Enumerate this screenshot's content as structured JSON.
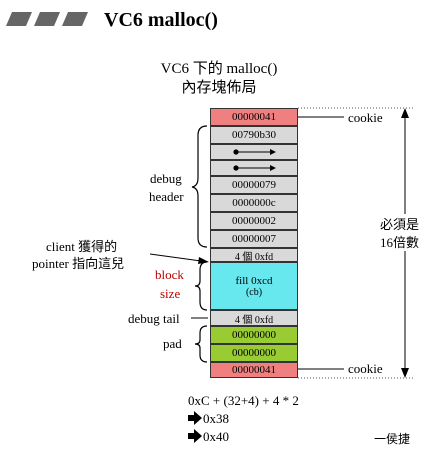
{
  "header": {
    "title": "VC6 malloc()"
  },
  "diagram": {
    "subtitle_line1": "VC6 下的 malloc()",
    "subtitle_line2": "內存塊佈局",
    "blocks": {
      "cookie_top": "00000041",
      "addr": "00790b30",
      "ptr1": "",
      "ptr2": "",
      "line": "00000079",
      "size": "0000000c",
      "type": "00000002",
      "reqnum": "00000007",
      "gap": "4 個 0xfd",
      "fill": "fill  0xcd",
      "fill_sub": "(cb)",
      "tail": "4 個 0xfd",
      "pad1": "00000000",
      "pad2": "00000000",
      "cookie_bottom": "00000041"
    },
    "labels": {
      "cookie_top": "cookie",
      "cookie_bottom": "cookie",
      "debug_header_1": "debug",
      "debug_header_2": "header",
      "client_1": "client 獲得的",
      "client_2": "pointer 指向這兒",
      "block_1": "block",
      "block_2": "size",
      "debug_tail": "debug tail",
      "pad": "pad",
      "multiple_1": "必須是",
      "multiple_2": "16倍數"
    },
    "formula": {
      "line1": "0xC + (32+4) + 4 * 2",
      "line2": "0x38",
      "line3": "0x40"
    },
    "signature": "一侯捷"
  },
  "colors": {
    "cookie": "#f08080",
    "header": "#d9d9d9",
    "fill": "#66e8ee",
    "pad": "#99cc33",
    "red_text": "#c00000"
  }
}
